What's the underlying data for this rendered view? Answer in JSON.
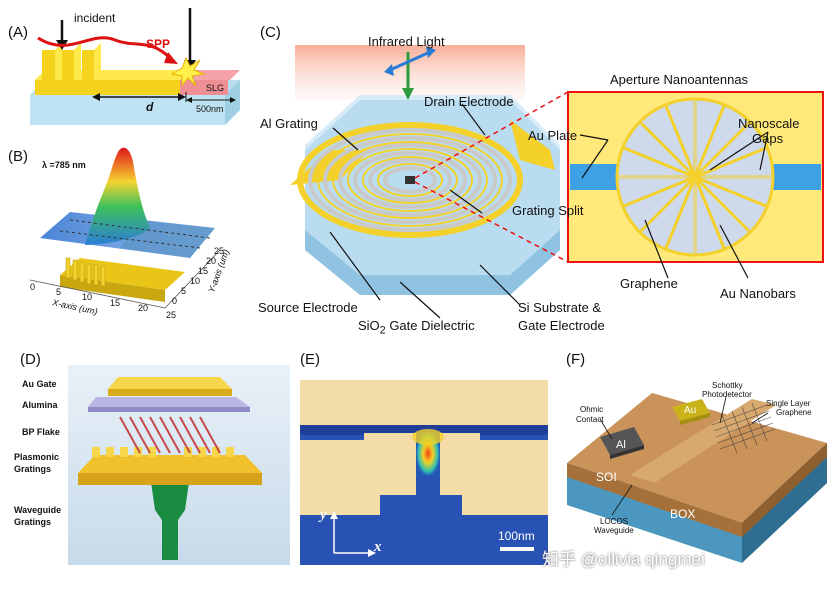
{
  "panelA": {
    "label": "(A)",
    "incident": "incident",
    "spp": "SPP",
    "slg": "SLG",
    "d": "d",
    "scale": "500nm"
  },
  "panelB": {
    "label": "(B)",
    "lambda": "λ =785 nm",
    "xaxis": "X-axis (um)",
    "yaxis": "Y-axis (um)",
    "xticks": [
      "0",
      "5",
      "10",
      "15",
      "20",
      "25"
    ],
    "yticks": [
      "0",
      "5",
      "10",
      "15",
      "20",
      "25"
    ]
  },
  "panelC": {
    "label": "(C)",
    "infrared": "Infrared Light",
    "drain": "Drain Electrode",
    "alGrating": "Al Grating",
    "auPlate": "Au Plate",
    "gratingSplit": "Grating Split",
    "source": "Source Electrode",
    "sio2": "SiO",
    "sio2sub": "2",
    "sio2rest": " Gate Dielectric",
    "si1": "Si Substrate &",
    "si2": "Gate Electrode",
    "aperture": "Aperture Nanoantennas",
    "nanoscale1": "Nanoscale",
    "nanoscale2": "Gaps",
    "graphene": "Graphene",
    "nanobars": "Au Nanobars"
  },
  "panelD": {
    "label": "(D)",
    "auGate": "Au Gate",
    "alumina": "Alumina",
    "bp": "BP Flake",
    "plasmonic1": "Plasmonic",
    "plasmonic2": "Gratings",
    "waveguide1": "Waveguide",
    "waveguide2": "Gratings"
  },
  "panelE": {
    "label": "(E)",
    "y": "y",
    "x": "x",
    "scale": "100nm"
  },
  "panelF": {
    "label": "(F)",
    "ohmic1": "Ohmic",
    "ohmic2": "Contact",
    "al": "Al",
    "au": "Au",
    "schottky1": "Schottky",
    "schottky2": "Photodetector",
    "single1": "Single Layer",
    "single2": "Graphene",
    "soi": "SOI",
    "box": "BOX",
    "locos1": "LOCOS",
    "locos2": "Waveguide"
  },
  "watermark": "知乎 @ollivia qingmei"
}
